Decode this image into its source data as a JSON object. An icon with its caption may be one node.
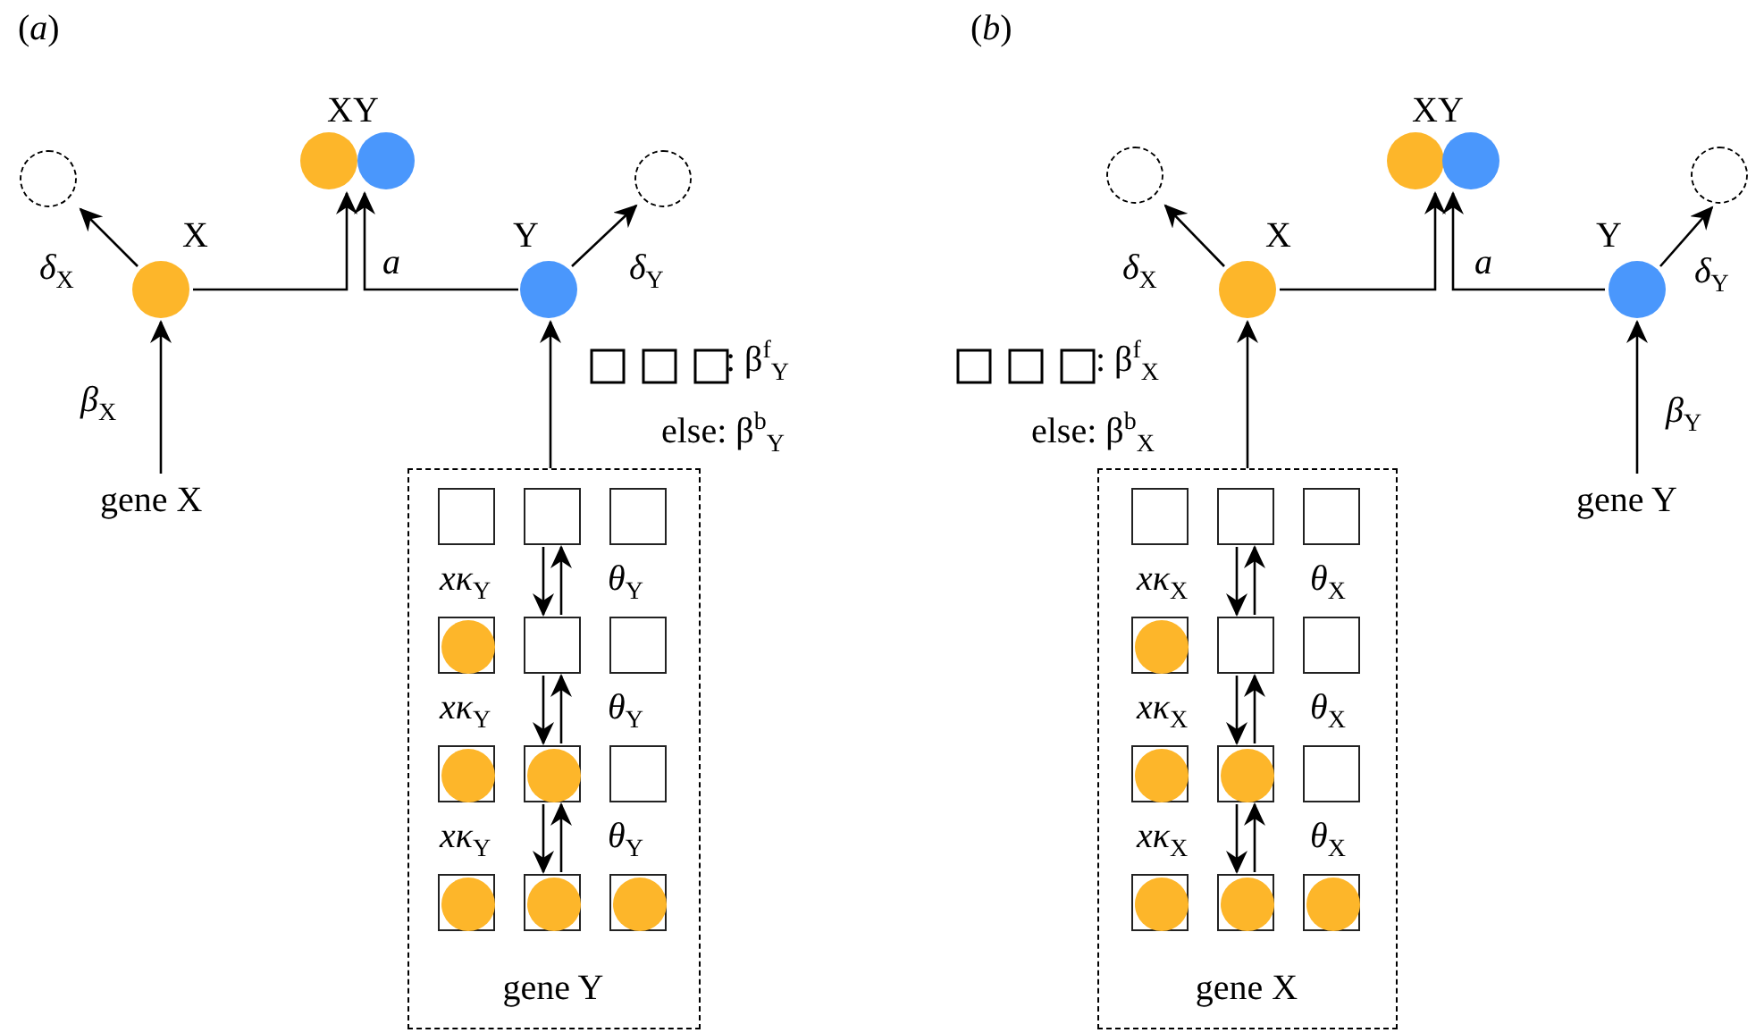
{
  "diagram": {
    "nodes": [
      {
        "text": [
          "XY"
        ]
      },
      {
        "text": [],
        "shape": "circle"
      },
      {
        "text": [
          "X"
        ]
      },
      {
        "text": [
          "Y"
        ]
      },
      {
        "text": [],
        "shape": "circle"
      },
      {
        "text": [
          "gene X"
        ]
      },
      {
        "text": [
          "gene Y"
        ]
      },
      {
        "text": [],
        "shape": "box",
        "in": 6
      },
      {
        "text": [],
        "shape": "box",
        "in": 6
      },
      {
        "text": [],
        "shape": "box",
        "in": 6
      },
      {
        "text": [],
        "shape": "box",
        "in": 6
      },
      {
        "text": [],
        "shape": "box",
        "in": 6
      },
      {
        "text": [],
        "shape": "box",
        "in": 6
      },
      {
        "text": [],
        "shape": "box",
        "in": 6
      },
      {
        "text": [],
        "shape": "box",
        "in": 6
      },
      {
        "text": [],
        "shape": "box",
        "in": 6
      },
      {
        "text": [],
        "shape": "box",
        "in": 6
      },
      {
        "text": [],
        "shape": "box",
        "in": 6
      },
      {
        "text": [],
        "shape": "box",
        "in": 6
      },
      {
        "text": [],
        "shape": "circle",
        "in": 10
      },
      {
        "text": [],
        "shape": "circle",
        "in": 13
      },
      {
        "text": [],
        "shape": "circle",
        "in": 14
      },
      {
        "text": [],
        "shape": "circle",
        "in": 16
      },
      {
        "text": [],
        "shape": "circle",
        "in": 17
      },
      {
        "text": [],
        "shape": "circle",
        "in": 18
      },
      {
        "text": [
          "XY"
        ]
      },
      {
        "text": [],
        "shape": "circle"
      },
      {
        "text": [
          "X"
        ]
      },
      {
        "text": [
          "Y"
        ]
      },
      {
        "text": [],
        "shape": "circle"
      },
      {
        "text": [
          "gene X"
        ]
      },
      {
        "text": [],
        "shape": "box",
        "in": 30
      },
      {
        "text": [],
        "shape": "box",
        "in": 30
      },
      {
        "text": [],
        "shape": "box",
        "in": 30
      },
      {
        "text": [],
        "shape": "box",
        "in": 30
      },
      {
        "text": [],
        "shape": "box",
        "in": 30
      },
      {
        "text": [],
        "shape": "box",
        "in": 30
      },
      {
        "text": [],
        "shape": "box",
        "in": 30
      },
      {
        "text": [],
        "shape": "box",
        "in": 30
      },
      {
        "text": [],
        "shape": "box",
        "in": 30
      },
      {
        "text": [],
        "shape": "box",
        "in": 30
      },
      {
        "text": [],
        "shape": "box",
        "in": 30
      },
      {
        "text": [],
        "shape": "box",
        "in": 30
      },
      {
        "text": [],
        "shape": "circle",
        "in": 34
      },
      {
        "text": [],
        "shape": "circle",
        "in": 37
      },
      {
        "text": [],
        "shape": "circle",
        "in": 38
      },
      {
        "text": [],
        "shape": "circle",
        "in": 40
      },
      {
        "text": [],
        "shape": "circle",
        "in": 41
      },
      {
        "text": [],
        "shape": "circle",
        "in": 42
      },
      {
        "text": [
          "gene Y"
        ]
      }
    ],
    "edges": [
      {
        "from": 2,
        "to": 1,
        "arrow": "to",
        "label": "δ$_{X}$"
      },
      {
        "from": 3,
        "to": 4,
        "arrow": "to",
        "label": "δ$_{Y}$"
      },
      {
        "from": 5,
        "to": 2,
        "arrow": "to",
        "label": "β$_{X}$"
      },
      {
        "from": 6,
        "to": 3,
        "arrow": "to"
      },
      {
        "from": 2,
        "to": 0,
        "arrow": "to"
      },
      {
        "from": 3,
        "to": 0,
        "arrow": "to",
        "label": "a"
      },
      {
        "from": 8,
        "to": 11,
        "arrow": "to",
        "label": "xκ$_{Y}$"
      },
      {
        "from": 11,
        "to": 8,
        "arrow": "to",
        "label": "θ$_{Y}$"
      },
      {
        "from": 11,
        "to": 14,
        "arrow": "to",
        "label": "xκ$_{Y}$"
      },
      {
        "from": 14,
        "to": 11,
        "arrow": "to",
        "label": "θ$_{Y}$"
      },
      {
        "from": 14,
        "to": 17,
        "arrow": "to",
        "label": "xκ$_{Y}$"
      },
      {
        "from": 17,
        "to": 14,
        "arrow": "to",
        "label": "θ$_{Y}$"
      },
      {
        "from": 27,
        "to": 26,
        "arrow": "to",
        "label": "δ$_{X}$"
      },
      {
        "from": 28,
        "to": 29,
        "arrow": "to",
        "label": "δ$_{Y}$"
      },
      {
        "from": 49,
        "to": 28,
        "arrow": "to",
        "label": "β$_{Y}$"
      },
      {
        "from": 30,
        "to": 27,
        "arrow": "to"
      },
      {
        "from": 27,
        "to": 25,
        "arrow": "to"
      },
      {
        "from": 28,
        "to": 25,
        "arrow": "to",
        "label": "a"
      },
      {
        "from": 32,
        "to": 35,
        "arrow": "to",
        "label": "xκ$_{X}$"
      },
      {
        "from": 35,
        "to": 32,
        "arrow": "to",
        "label": "θ$_{X}$"
      },
      {
        "from": 35,
        "to": 38,
        "arrow": "to",
        "label": "xκ$_{X}$"
      },
      {
        "from": 38,
        "to": 35,
        "arrow": "to",
        "label": "θ$_{X}$"
      },
      {
        "from": 38,
        "to": 41,
        "arrow": "to",
        "label": "xκ$_{X}$"
      },
      {
        "from": 41,
        "to": 38,
        "arrow": "to",
        "label": "θ$_{X}$"
      }
    ],
    "labels": [
      "(*a*)",
      ": β$^{f}$$_{Y}$",
      "else: β$^{b}$$_{Y}$",
      "(*b*)",
      ": β$^{f}$$_{X}$",
      "else: β$^{b}$$_{X}$"
    ]
  }
}
